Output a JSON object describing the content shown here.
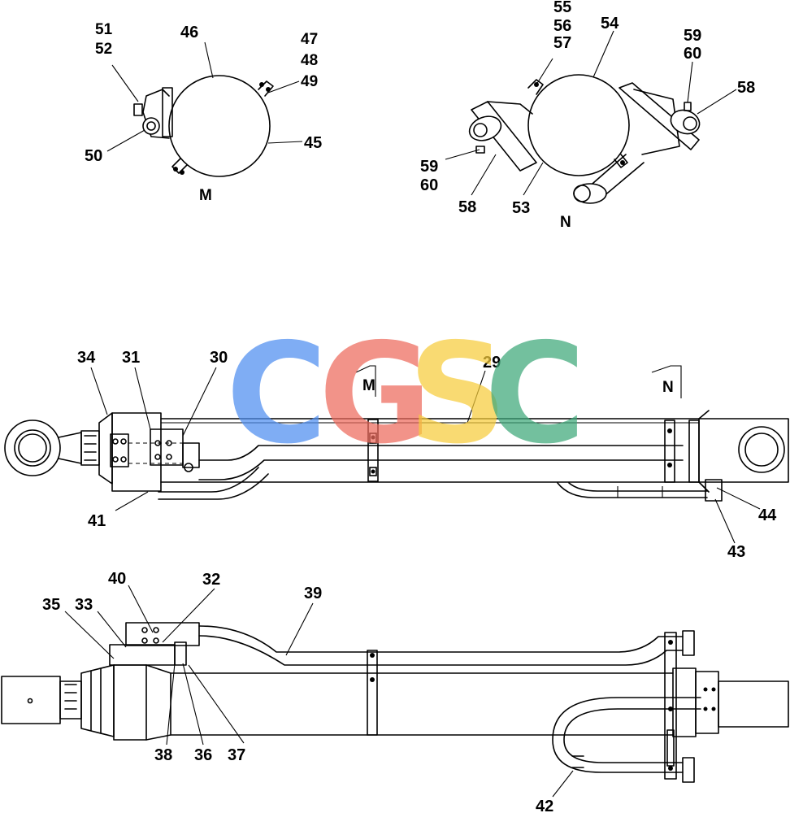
{
  "watermark": {
    "letters": [
      "C",
      "G",
      "S",
      "C"
    ],
    "colors": [
      "#4f8ef0",
      "#ee6a5c",
      "#f7cd3c",
      "#3ea87a"
    ]
  },
  "views": {
    "m": "M",
    "n": "N",
    "section_m": "M",
    "section_n": "N"
  },
  "labels": {
    "l51": "51",
    "l52": "52",
    "l46": "46",
    "l47": "47",
    "l48": "48",
    "l49": "49",
    "l50": "50",
    "l45": "45",
    "l55": "55",
    "l56": "56",
    "l57": "57",
    "l54": "54",
    "l59a": "59",
    "l60a": "60",
    "l58a": "58",
    "l59b": "59",
    "l60b": "60",
    "l58b": "58",
    "l53": "53",
    "l34": "34",
    "l31": "31",
    "l30": "30",
    "l29": "29",
    "l41": "41",
    "l44": "44",
    "l43": "43",
    "l40": "40",
    "l32": "32",
    "l35": "35",
    "l33": "33",
    "l39": "39",
    "l38": "38",
    "l36": "36",
    "l37": "37",
    "l42": "42"
  }
}
